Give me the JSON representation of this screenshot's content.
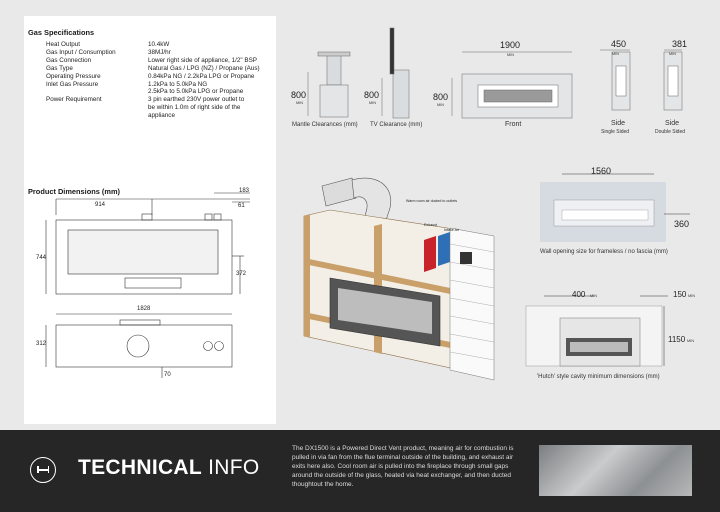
{
  "gas_specifications": {
    "title": "Gas Specifications",
    "rows": [
      {
        "key": "Heat Output",
        "value": "10.4kW"
      },
      {
        "key": "Gas Input / Consumption",
        "value": "38MJ/hr"
      },
      {
        "key": "Gas Connection",
        "value": "Lower right side of appliance, 1/2\" BSP"
      },
      {
        "key": "Gas Type",
        "value": "Natural Gas / LPG (NZ) / Propane (Aus)"
      },
      {
        "key": "Operating Pressure",
        "value": "0.84kPa NG / 2.2kPa LPG or Propane"
      },
      {
        "key": "Inlet Gas Pressure",
        "value": "1.2kPa to 5.0kPa NG"
      },
      {
        "key": "",
        "value": "2.5kPa to 5.0kPa LPG or Propane"
      },
      {
        "key": "Power Requirement",
        "value": "3 pin earthed 230V power outlet to"
      },
      {
        "key": "",
        "value": "be within 1.0m of right side of the"
      },
      {
        "key": "",
        "value": "appliance"
      }
    ]
  },
  "product_dimensions": {
    "title": "Product Dimensions (mm)",
    "d_183": "183",
    "d_914": "914",
    "d_61": "61",
    "d_744": "744",
    "d_372": "372",
    "d_1828": "1828",
    "d_312": "312",
    "d_70": "70"
  },
  "clearances": {
    "min": "MIN",
    "mantle_value": "800",
    "mantle_caption": "Mantle Clearances (mm)",
    "tv_value": "800",
    "tv_caption": "TV Clearance (mm)",
    "front_width": "1900",
    "front_height": "800",
    "front_caption": "Front",
    "side_single_value": "450",
    "side_single_caption": "Side",
    "side_single_sub": "Single Sided",
    "side_double_value": "381",
    "side_double_caption": "Side",
    "side_double_sub": "Double Sided"
  },
  "diagram_3d": {
    "warm_air": "Warm room air ducted to outlets",
    "exhaust": "Exhaust",
    "intake": "Intake Air"
  },
  "wall_opening": {
    "width": "1560",
    "height": "360",
    "caption": "Wall opening size for frameless / no fascia  (mm)"
  },
  "hutch": {
    "side_gap": "400",
    "side_gap_right": "150",
    "height": "1150",
    "min": "MIN",
    "caption": "'Hutch' style cavity minimum dimensions (mm)"
  },
  "footer": {
    "title_bold": "TECHNICAL",
    "title_light": " INFO",
    "description": "The DX1500 is a Powered Direct Vent product, meaning air for combustion is pulled in via fan from the flue terminal outside of the building, and exhaust air exits here also. Cool room air is pulled into the fireplace through small gaps around the outside of the glass, heated via heat exchanger, and then ducted thoughtout the home."
  },
  "colors": {
    "footer_bg": "#262626",
    "exhaust_red": "#c8222a",
    "intake_blue": "#2f6fb5",
    "timber": "#c99f6a"
  },
  "icons": [
    "width-measure-icon"
  ]
}
